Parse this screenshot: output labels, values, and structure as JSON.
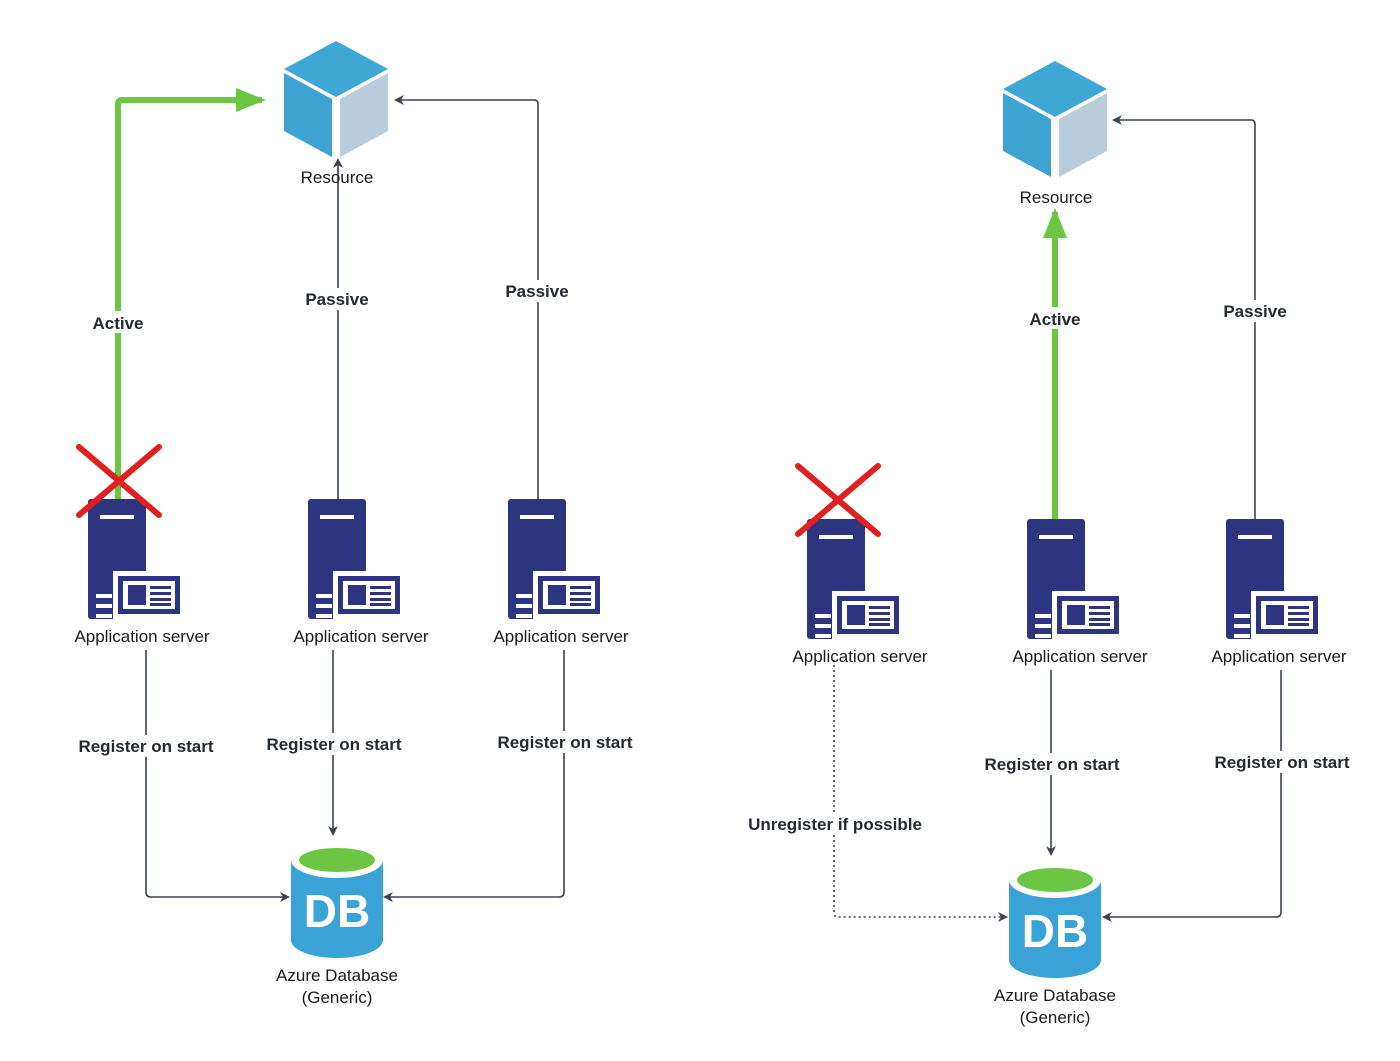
{
  "colors": {
    "active": "#6cc644",
    "connector": "#3b4250",
    "server": "#2d3480",
    "cube_top": "#3fa7d6",
    "cube_right": "#b9ccdb",
    "db_body": "#3aa2d6",
    "db_top": "#6cc644",
    "fail_cross": "#e02020"
  },
  "left": {
    "resource_label": "Resource",
    "servers": [
      {
        "label": "Application server",
        "failed": true
      },
      {
        "label": "Application server",
        "failed": false
      },
      {
        "label": "Application server",
        "failed": false
      }
    ],
    "edges": {
      "active": "Active",
      "passive_1": "Passive",
      "passive_2": "Passive",
      "register_1": "Register on start",
      "register_2": "Register on start",
      "register_3": "Register on start"
    },
    "db": {
      "glyph": "DB",
      "label_line1": "Azure Database",
      "label_line2": "(Generic)"
    }
  },
  "right": {
    "resource_label": "Resource",
    "servers": [
      {
        "label": "Application server",
        "failed": true
      },
      {
        "label": "Application server",
        "failed": false
      },
      {
        "label": "Application server",
        "failed": false
      }
    ],
    "edges": {
      "active": "Active",
      "passive": "Passive",
      "unregister": "Unregister if possible",
      "register_2": "Register on start",
      "register_3": "Register on start"
    },
    "db": {
      "glyph": "DB",
      "label_line1": "Azure Database",
      "label_line2": "(Generic)"
    }
  }
}
